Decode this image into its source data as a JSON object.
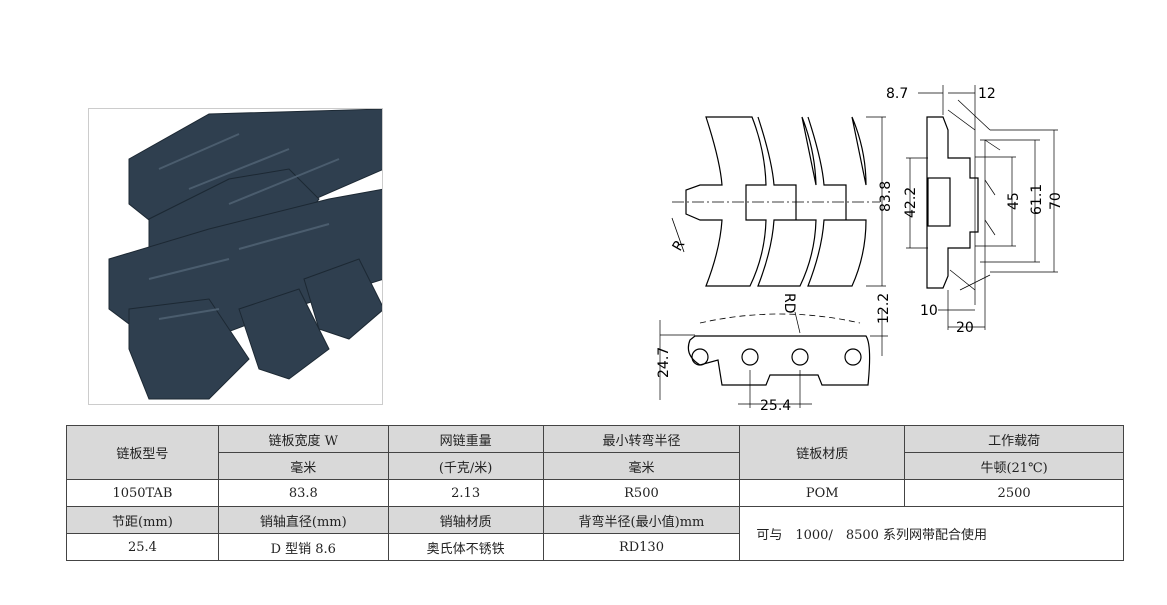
{
  "drawing": {
    "dims": {
      "d_8_7": "8.7",
      "d_12": "12",
      "d_83_8": "83.8",
      "d_42_2": "42.2",
      "d_45": "45",
      "d_61_1": "61.1",
      "d_70": "70",
      "d_10": "10",
      "d_20": "20",
      "d_12_2": "12.2",
      "d_24_7": "24.7",
      "d_25_4": "25.4",
      "r": "R",
      "rd": "RD"
    }
  },
  "table": {
    "row1": [
      "链板型号",
      "链板宽度 W",
      "网链重量",
      "最小转弯半径",
      "链板材质",
      "工作载荷"
    ],
    "row2": [
      "毫米",
      "(千克/米)",
      "毫米",
      "牛顿(21℃)"
    ],
    "row3": [
      "1050TAB",
      "83.8",
      "2.13",
      "R500",
      "POM",
      "2500"
    ],
    "row4": [
      "节距(mm)",
      "销轴直径(mm)",
      "销轴材质",
      "背弯半径(最小值)mm"
    ],
    "row5": [
      "25.4",
      "D 型销 8.6",
      "奥氏体不锈铁",
      "RD130"
    ],
    "note": "可与　1000/　8500 系列网带配合使用"
  },
  "colors": {
    "chain": "#2f3f4f",
    "header_bg": "#d9d9d9"
  }
}
